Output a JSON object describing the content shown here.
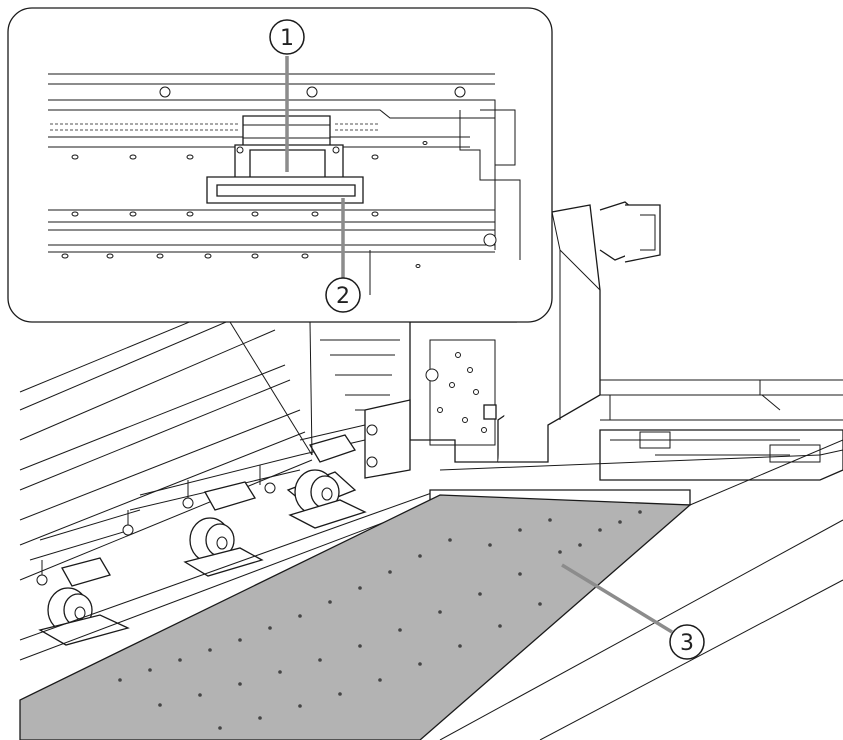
{
  "callouts": [
    {
      "id": "1",
      "label": "①"
    },
    {
      "id": "2",
      "label": "②"
    },
    {
      "id": "3",
      "label": "③"
    }
  ],
  "colors": {
    "line": "#1a1a1a",
    "media_sheet": "#b3b3b3",
    "leader": "#8c8c8c",
    "background": "#ffffff"
  }
}
